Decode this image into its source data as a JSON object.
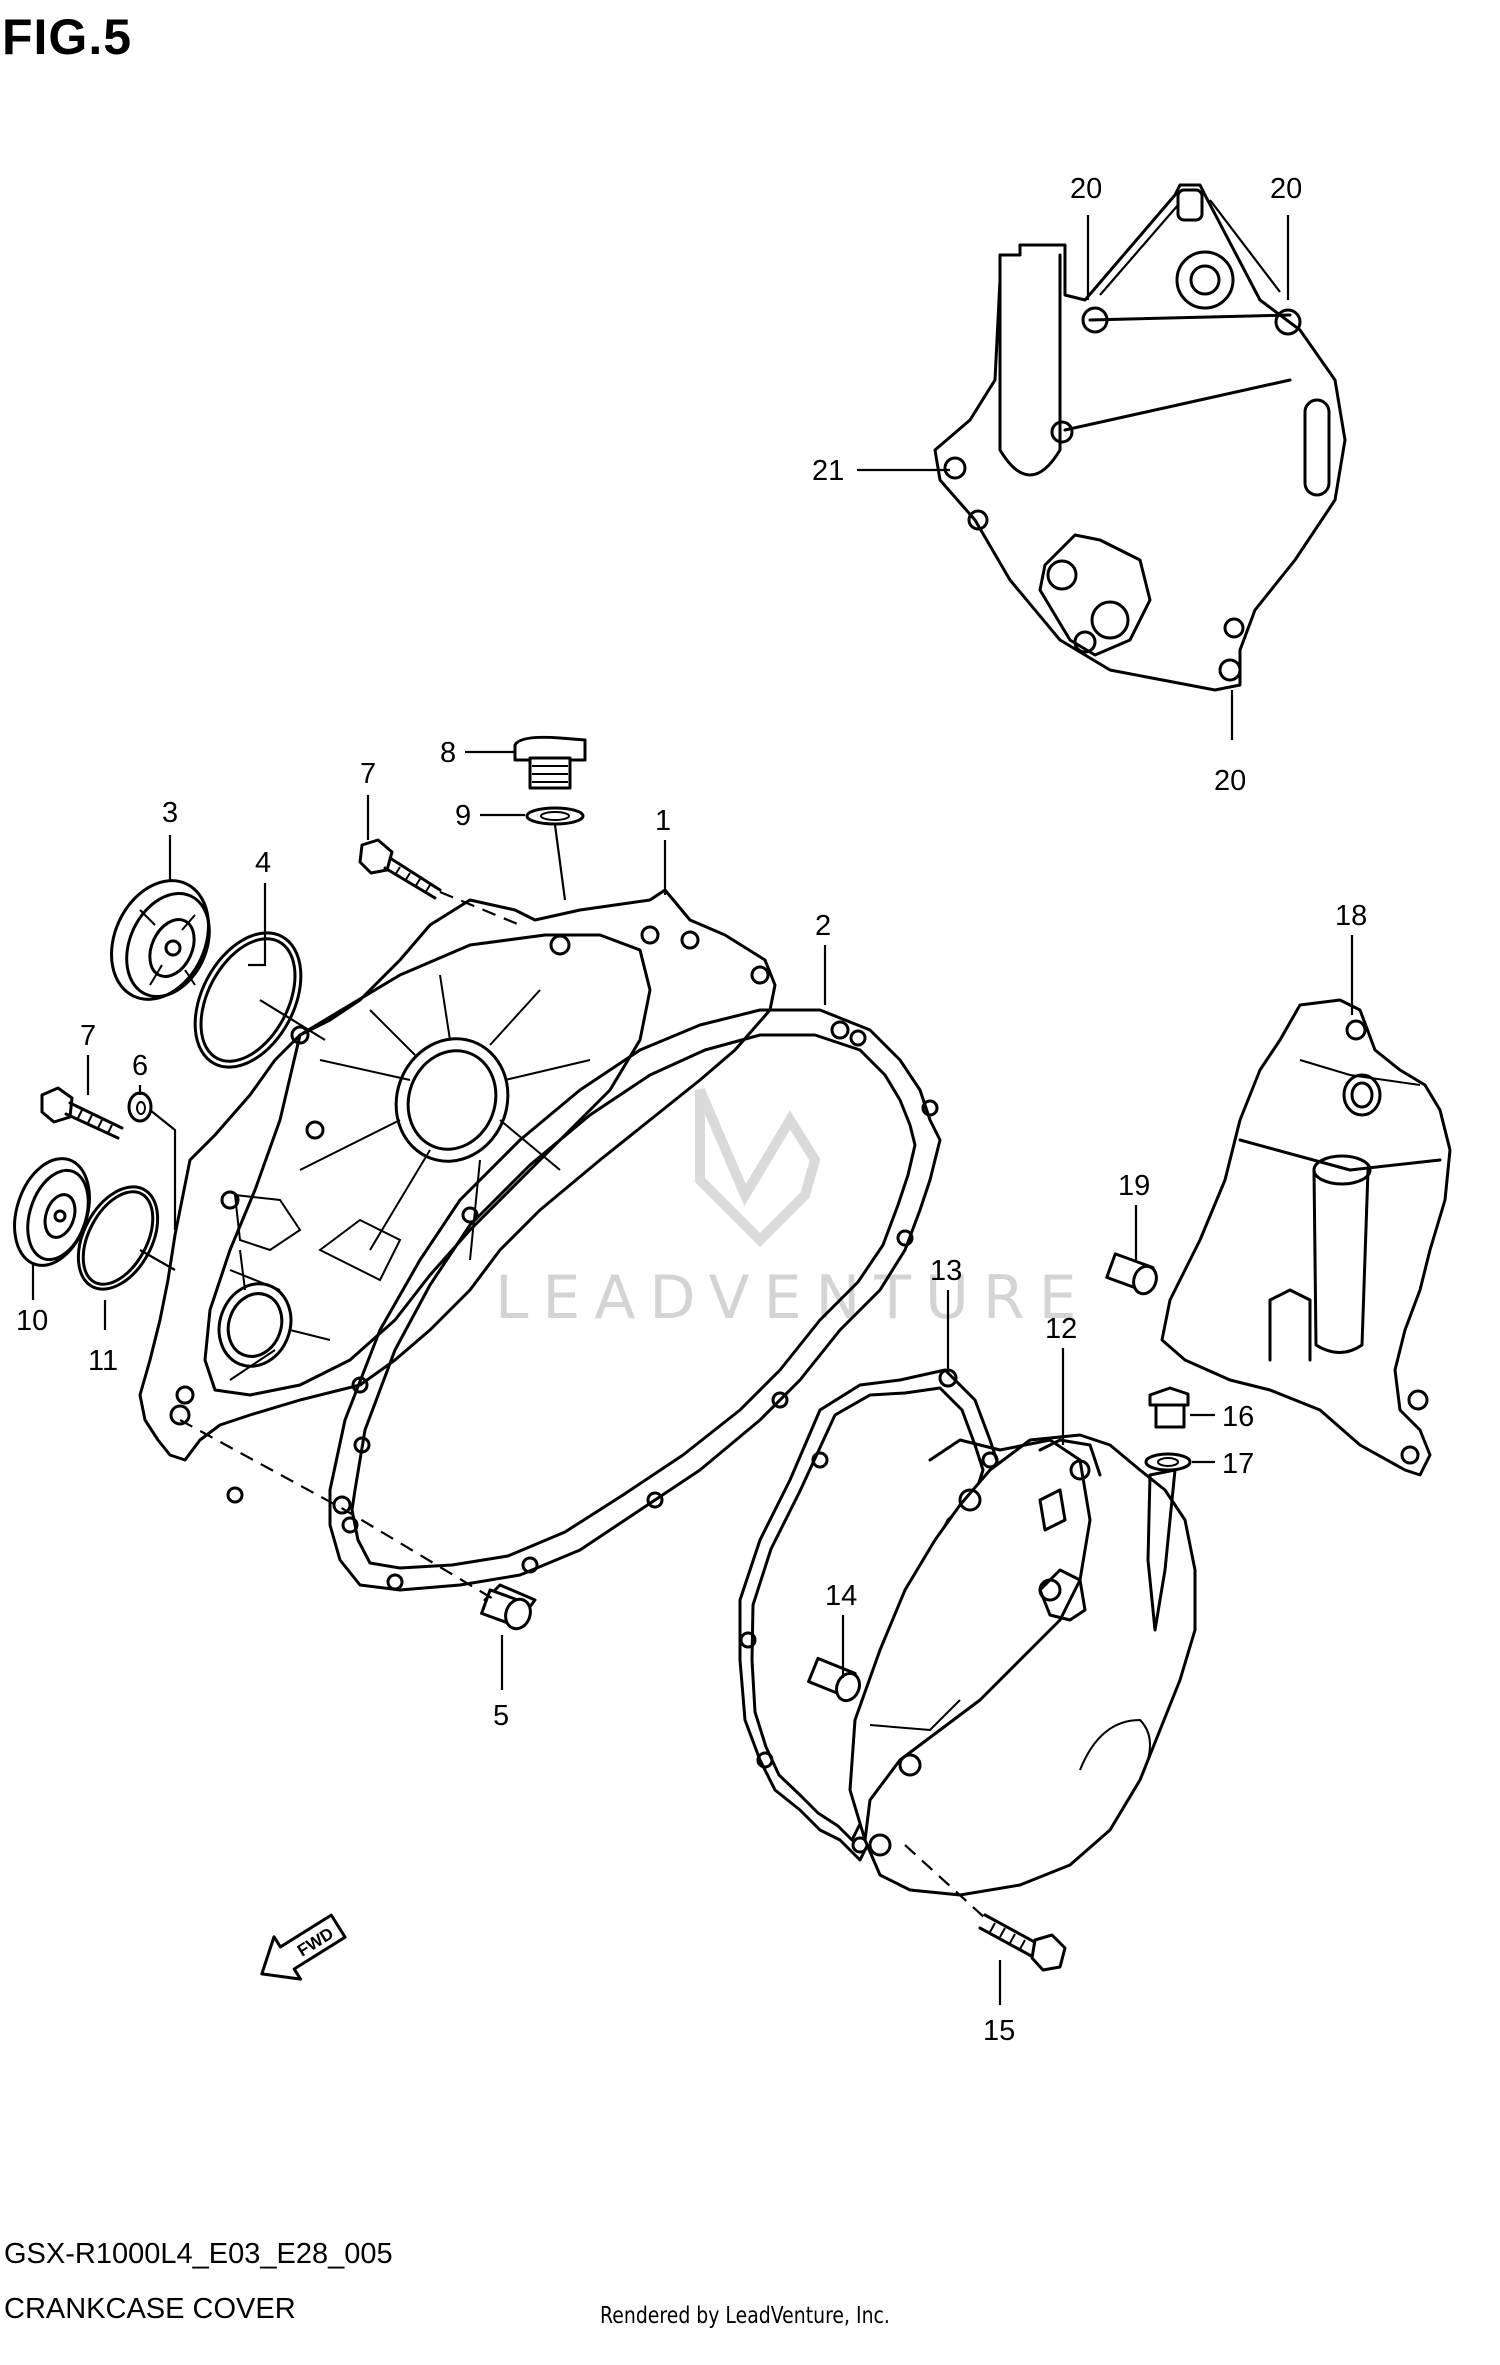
{
  "figure": {
    "title": "FIG.5",
    "model_code": "GSX-R1000L4_E03_E28_005",
    "section": "CRANKCASE COVER",
    "credit": "Rendered by LeadVenture, Inc.",
    "watermark": "LEADVENTURE",
    "fwd_label": "FWD"
  },
  "callouts": [
    {
      "id": "20a",
      "label": "20"
    },
    {
      "id": "20b",
      "label": "20"
    },
    {
      "id": "20c",
      "label": "20"
    },
    {
      "id": "21",
      "label": "21"
    },
    {
      "id": "8",
      "label": "8"
    },
    {
      "id": "7a",
      "label": "7"
    },
    {
      "id": "9",
      "label": "9"
    },
    {
      "id": "1",
      "label": "1"
    },
    {
      "id": "3",
      "label": "3"
    },
    {
      "id": "4",
      "label": "4"
    },
    {
      "id": "2",
      "label": "2"
    },
    {
      "id": "18",
      "label": "18"
    },
    {
      "id": "7b",
      "label": "7"
    },
    {
      "id": "6",
      "label": "6"
    },
    {
      "id": "19",
      "label": "19"
    },
    {
      "id": "10",
      "label": "10"
    },
    {
      "id": "11",
      "label": "11"
    },
    {
      "id": "13",
      "label": "13"
    },
    {
      "id": "12",
      "label": "12"
    },
    {
      "id": "16",
      "label": "16"
    },
    {
      "id": "17",
      "label": "17"
    },
    {
      "id": "14",
      "label": "14"
    },
    {
      "id": "5",
      "label": "5"
    },
    {
      "id": "15",
      "label": "15"
    }
  ]
}
